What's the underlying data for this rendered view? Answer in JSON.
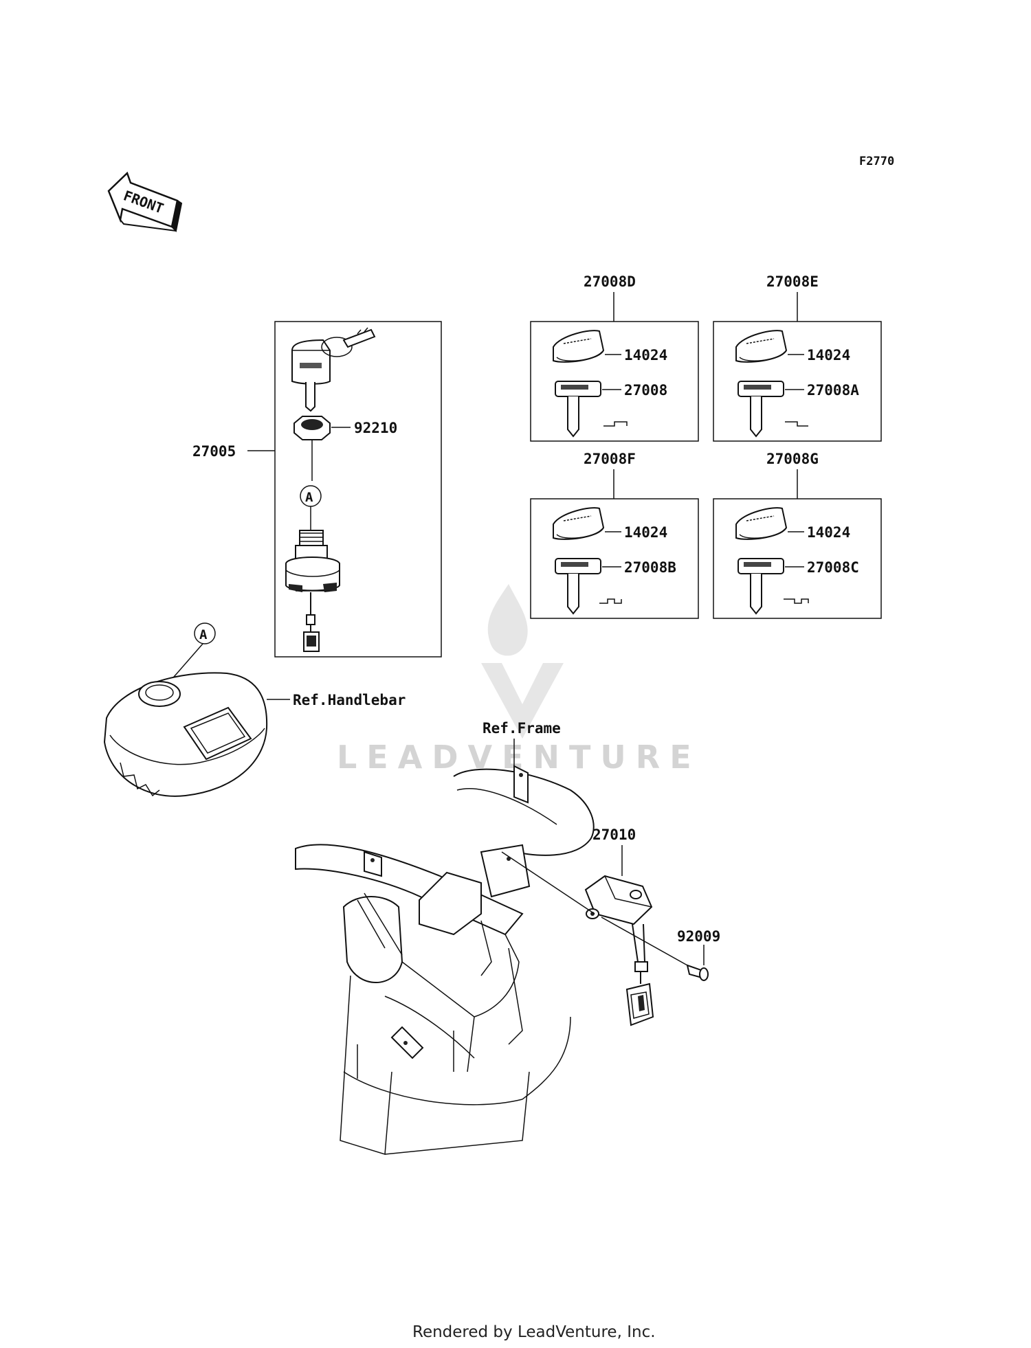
{
  "diagram": {
    "figure_code": "F2770",
    "front_label": "FRONT",
    "callout_letter": "A",
    "parts": {
      "p27005": "27005",
      "p92210": "92210",
      "p27008D": "27008D",
      "p27008E": "27008E",
      "p27008F": "27008F",
      "p27008G": "27008G",
      "p14024": "14024",
      "p27008": "27008",
      "p27008A": "27008A",
      "p27008B": "27008B",
      "p27008C": "27008C",
      "p27010": "27010",
      "p92009": "92009"
    },
    "references": {
      "handlebar": "Ref.Handlebar",
      "frame": "Ref.Frame"
    },
    "watermark": "LEADVENTURE",
    "footer": "Rendered by LeadVenture, Inc."
  }
}
